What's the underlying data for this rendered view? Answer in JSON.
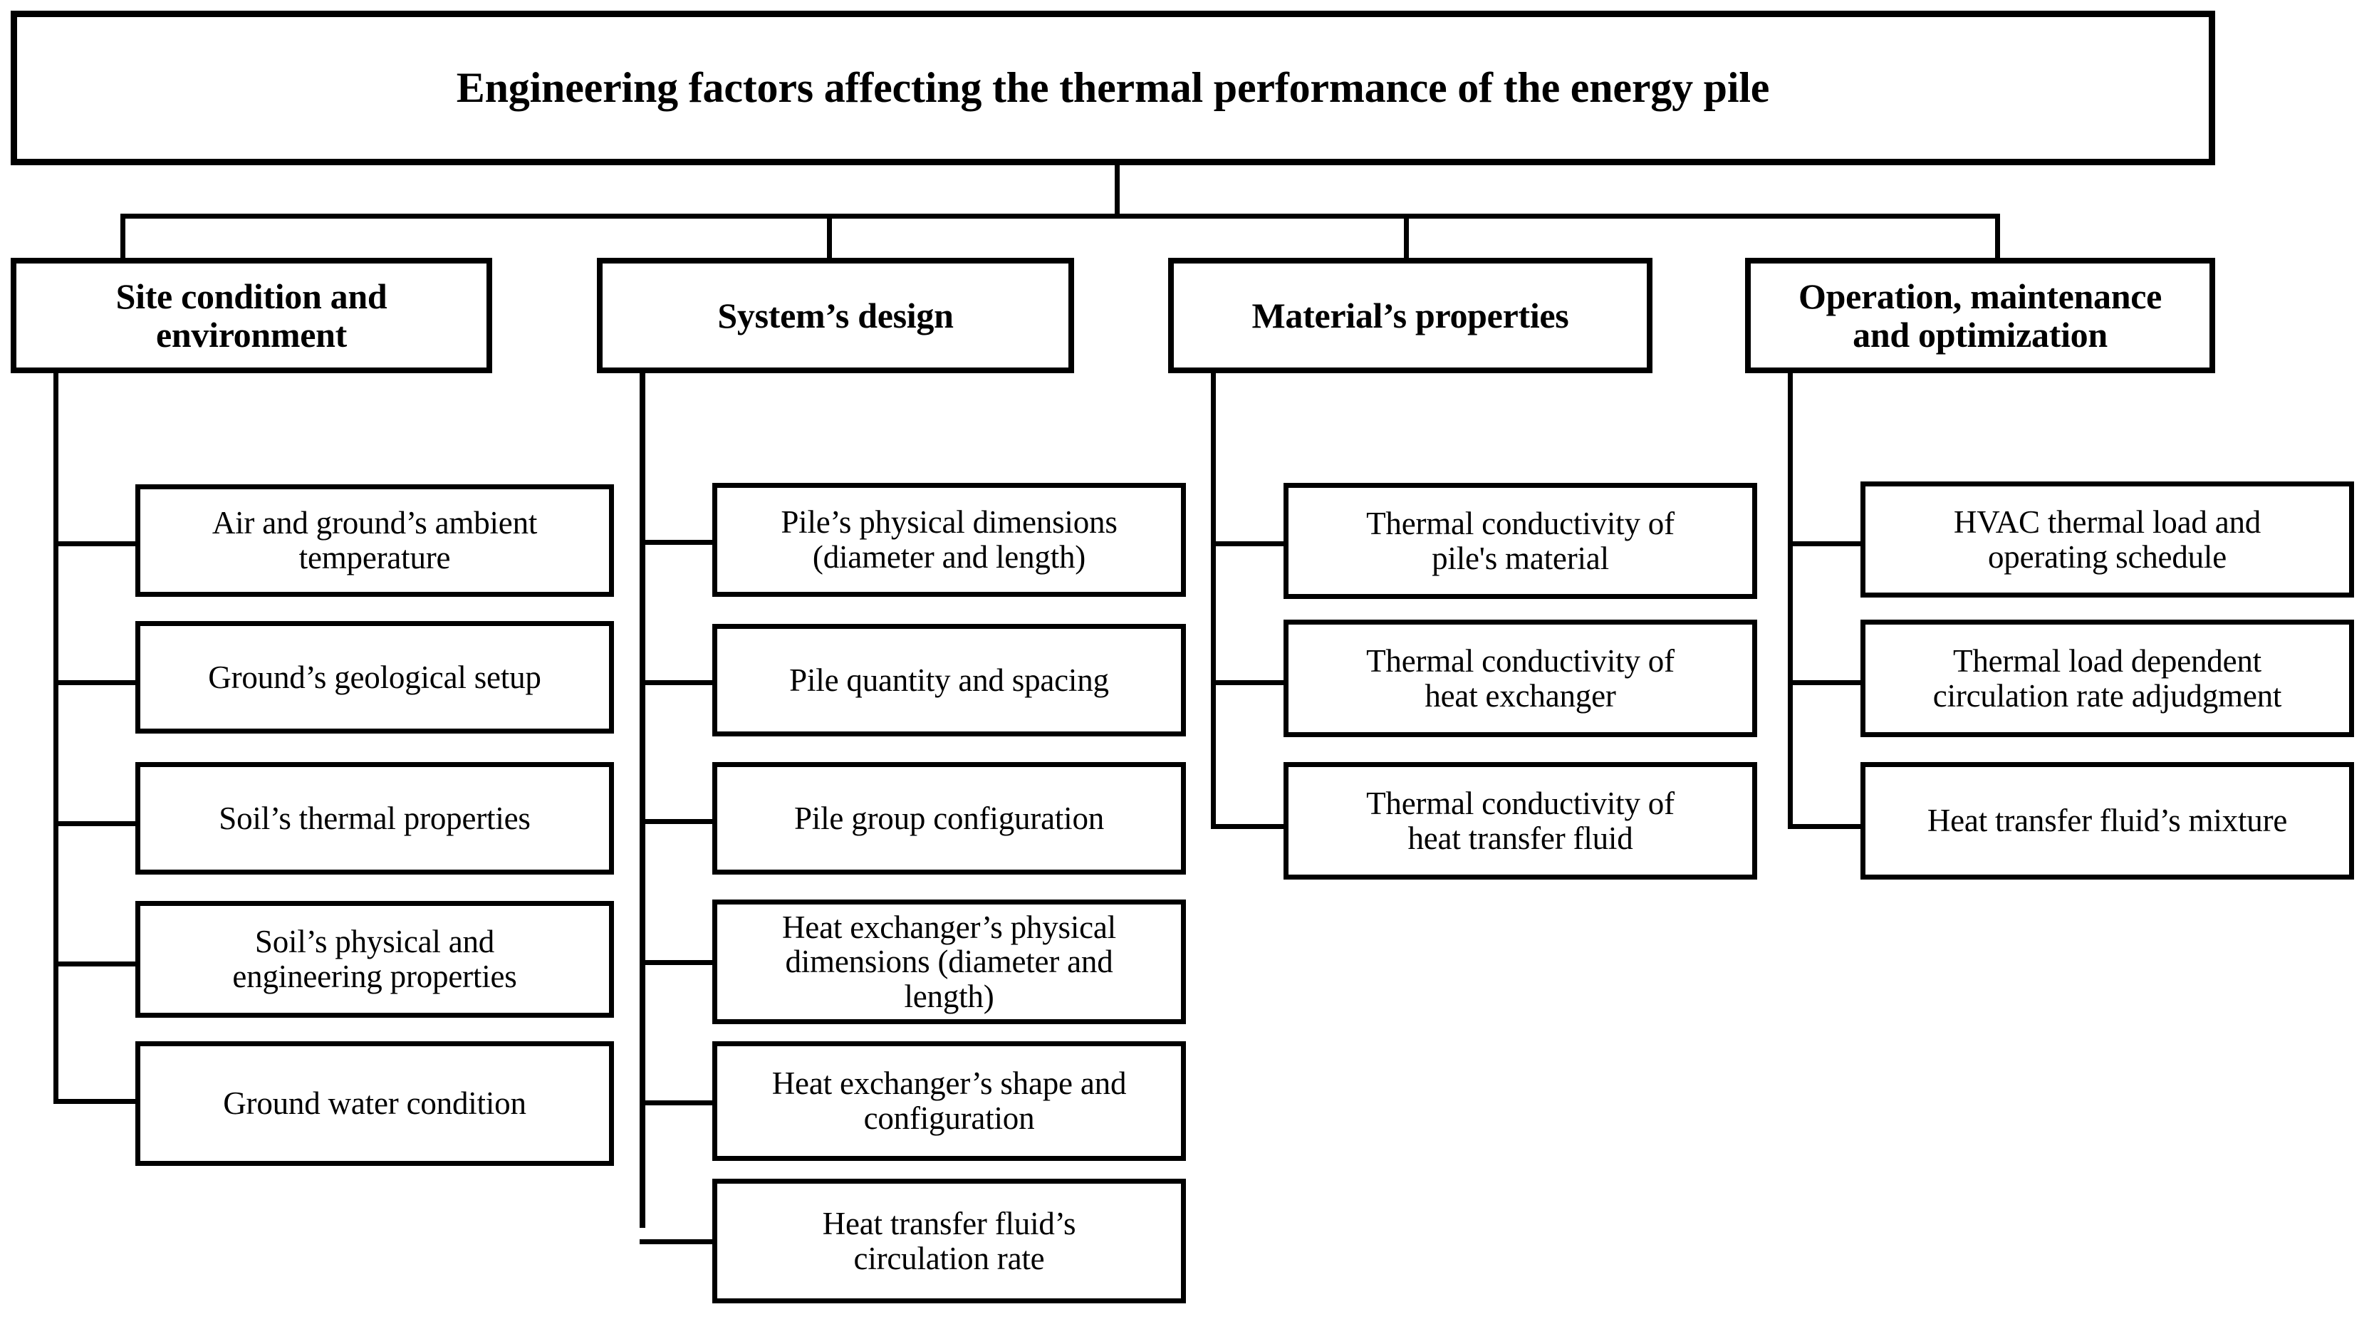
{
  "diagram": {
    "type": "hierarchy-tree",
    "root": {
      "label": "Engineering factors affecting the thermal performance of the energy pile"
    },
    "categories": [
      {
        "label": "Site condition and\nenvironment",
        "items": [
          {
            "label": "Air and ground’s ambient\ntemperature"
          },
          {
            "label": "Ground’s geological setup"
          },
          {
            "label": "Soil’s thermal properties"
          },
          {
            "label": "Soil’s physical and\nengineering properties"
          },
          {
            "label": "Ground water condition"
          }
        ]
      },
      {
        "label": "System’s design",
        "items": [
          {
            "label": "Pile’s physical dimensions\n(diameter and length)"
          },
          {
            "label": "Pile quantity and spacing"
          },
          {
            "label": "Pile group configuration"
          },
          {
            "label": "Heat exchanger’s physical\ndimensions (diameter and\nlength)"
          },
          {
            "label": "Heat exchanger’s shape and\nconfiguration"
          },
          {
            "label": "Heat transfer fluid’s\ncirculation rate"
          }
        ]
      },
      {
        "label": "Material’s properties",
        "items": [
          {
            "label": "Thermal conductivity of\npile's material"
          },
          {
            "label": "Thermal conductivity of\nheat exchanger"
          },
          {
            "label": "Thermal conductivity of\nheat transfer fluid"
          }
        ]
      },
      {
        "label": "Operation, maintenance\nand optimization",
        "items": [
          {
            "label": "HVAC thermal load and\noperating schedule"
          },
          {
            "label": "Thermal load dependent\ncirculation rate adjudgment"
          },
          {
            "label": "Heat transfer fluid’s mixture"
          }
        ]
      }
    ],
    "colors": {
      "line": "#000000",
      "box_fill": "#ffffff",
      "text": "#000000"
    }
  }
}
